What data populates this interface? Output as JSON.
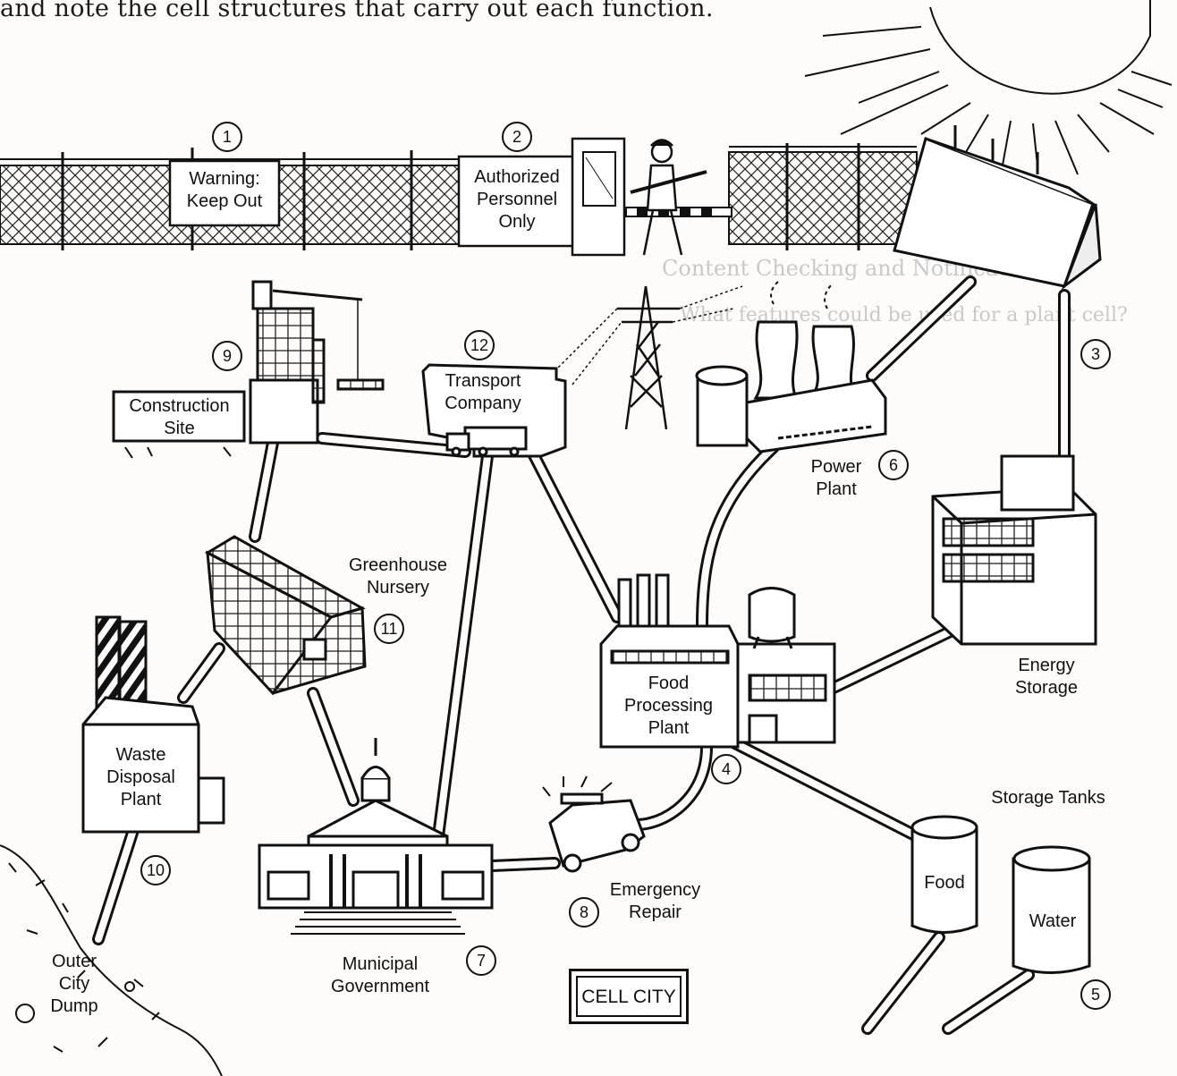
{
  "header": {
    "instruction_fragment": "and note the cell structures that carry out each function."
  },
  "background_text": {
    "line_1": "Content Checking and Notification",
    "line_2": "What features could be used for a plant cell?"
  },
  "title_badge": "CELL CITY",
  "places": {
    "warning": {
      "number": "1",
      "lines": [
        "Warning:",
        "Keep Out"
      ]
    },
    "authorized": {
      "number": "2",
      "lines": [
        "Authorized",
        "Personnel",
        "Only"
      ]
    },
    "solar": {
      "number": "3"
    },
    "food_processing": {
      "number": "4",
      "lines": [
        "Food",
        "Processing",
        "Plant"
      ]
    },
    "storage_tanks": {
      "number": "5",
      "title": "Storage Tanks",
      "food": "Food",
      "water": "Water"
    },
    "power_plant": {
      "number": "6",
      "lines": [
        "Power",
        "Plant"
      ]
    },
    "municipal": {
      "number": "7",
      "lines": [
        "Municipal",
        "Government"
      ]
    },
    "emergency": {
      "number": "8",
      "lines": [
        "Emergency",
        "Repair"
      ]
    },
    "construction": {
      "number": "9",
      "lines": [
        "Construction",
        "Site"
      ]
    },
    "waste": {
      "number": "10",
      "lines": [
        "Waste",
        "Disposal",
        "Plant"
      ]
    },
    "greenhouse": {
      "number": "11",
      "lines": [
        "Greenhouse",
        "Nursery"
      ]
    },
    "transport": {
      "number": "12",
      "lines": [
        "Transport",
        "Company"
      ]
    },
    "energy_storage": {
      "lines": [
        "Energy",
        "Storage"
      ]
    },
    "dump": {
      "lines": [
        "Outer",
        "City",
        "Dump"
      ]
    }
  }
}
